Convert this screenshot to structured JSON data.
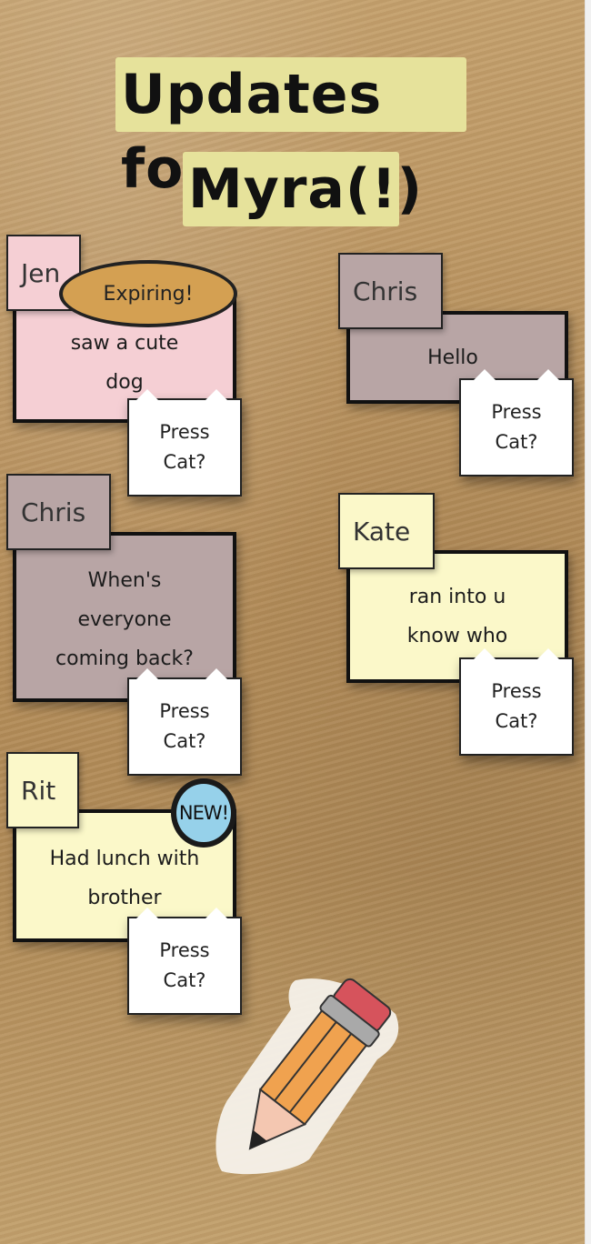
{
  "title": {
    "line1": "Updates for",
    "line2": "Myra(!)"
  },
  "notes": [
    {
      "author": "Jen",
      "message": "saw a cute dog",
      "message_lines": [
        "saw a cute",
        "dog"
      ],
      "color": "#f5cfd4",
      "badge": "Expiring!"
    },
    {
      "author": "Chris",
      "message": "Hello",
      "message_lines": [
        "Hello"
      ],
      "color": "#b8a5a5"
    },
    {
      "author": "Chris",
      "message": "When's everyone coming back?",
      "message_lines": [
        "When's",
        "everyone",
        "coming back?"
      ],
      "color": "#b8a5a5"
    },
    {
      "author": "Kate",
      "message": "ran into u know who",
      "message_lines": [
        "ran into u",
        "know who"
      ],
      "color": "#fbf8c9"
    },
    {
      "author": "Rit",
      "message": "Had lunch with brother",
      "message_lines": [
        "Had lunch with",
        "brother"
      ],
      "color": "#fbf8c9",
      "badge": "NEW!"
    }
  ],
  "press_button": {
    "line1": "Press",
    "line2": "Cat?"
  },
  "icons": {
    "pencil": "pencil-icon"
  }
}
